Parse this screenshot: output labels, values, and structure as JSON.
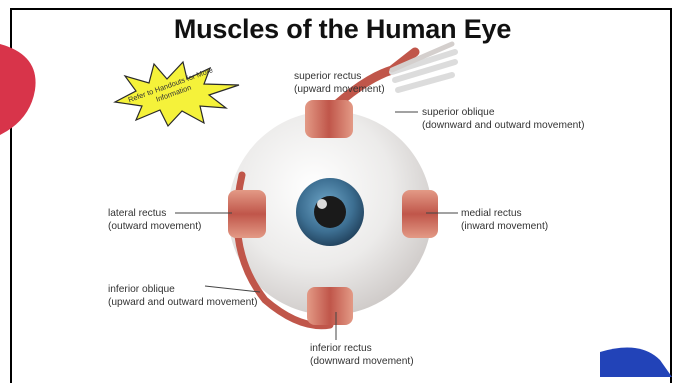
{
  "slide": {
    "title": "Muscles of the Human Eye",
    "callout": {
      "line1": "Refer to Handouts",
      "line2": "for More Information"
    }
  },
  "labels": [
    {
      "key": "superior-rectus",
      "name": "superior rectus",
      "action": "(upward movement)"
    },
    {
      "key": "superior-oblique",
      "name": "superior oblique",
      "action": "(downward and outward movement)"
    },
    {
      "key": "lateral-rectus",
      "name": "lateral rectus",
      "action": "(outward movement)"
    },
    {
      "key": "medial-rectus",
      "name": "medial rectus",
      "action": "(inward movement)"
    },
    {
      "key": "inferior-oblique",
      "name": "inferior oblique",
      "action": "(upward and outward movement)"
    },
    {
      "key": "inferior-rectus",
      "name": "inferior rectus",
      "action": "(downward movement)"
    }
  ],
  "colors": {
    "muscle": "#c0564a",
    "iris": "#3d6f92",
    "sclera": "#e9e6e4",
    "accent_red": "#d8344a",
    "accent_blue": "#2243b8",
    "star_fill": "#f5f23a"
  }
}
